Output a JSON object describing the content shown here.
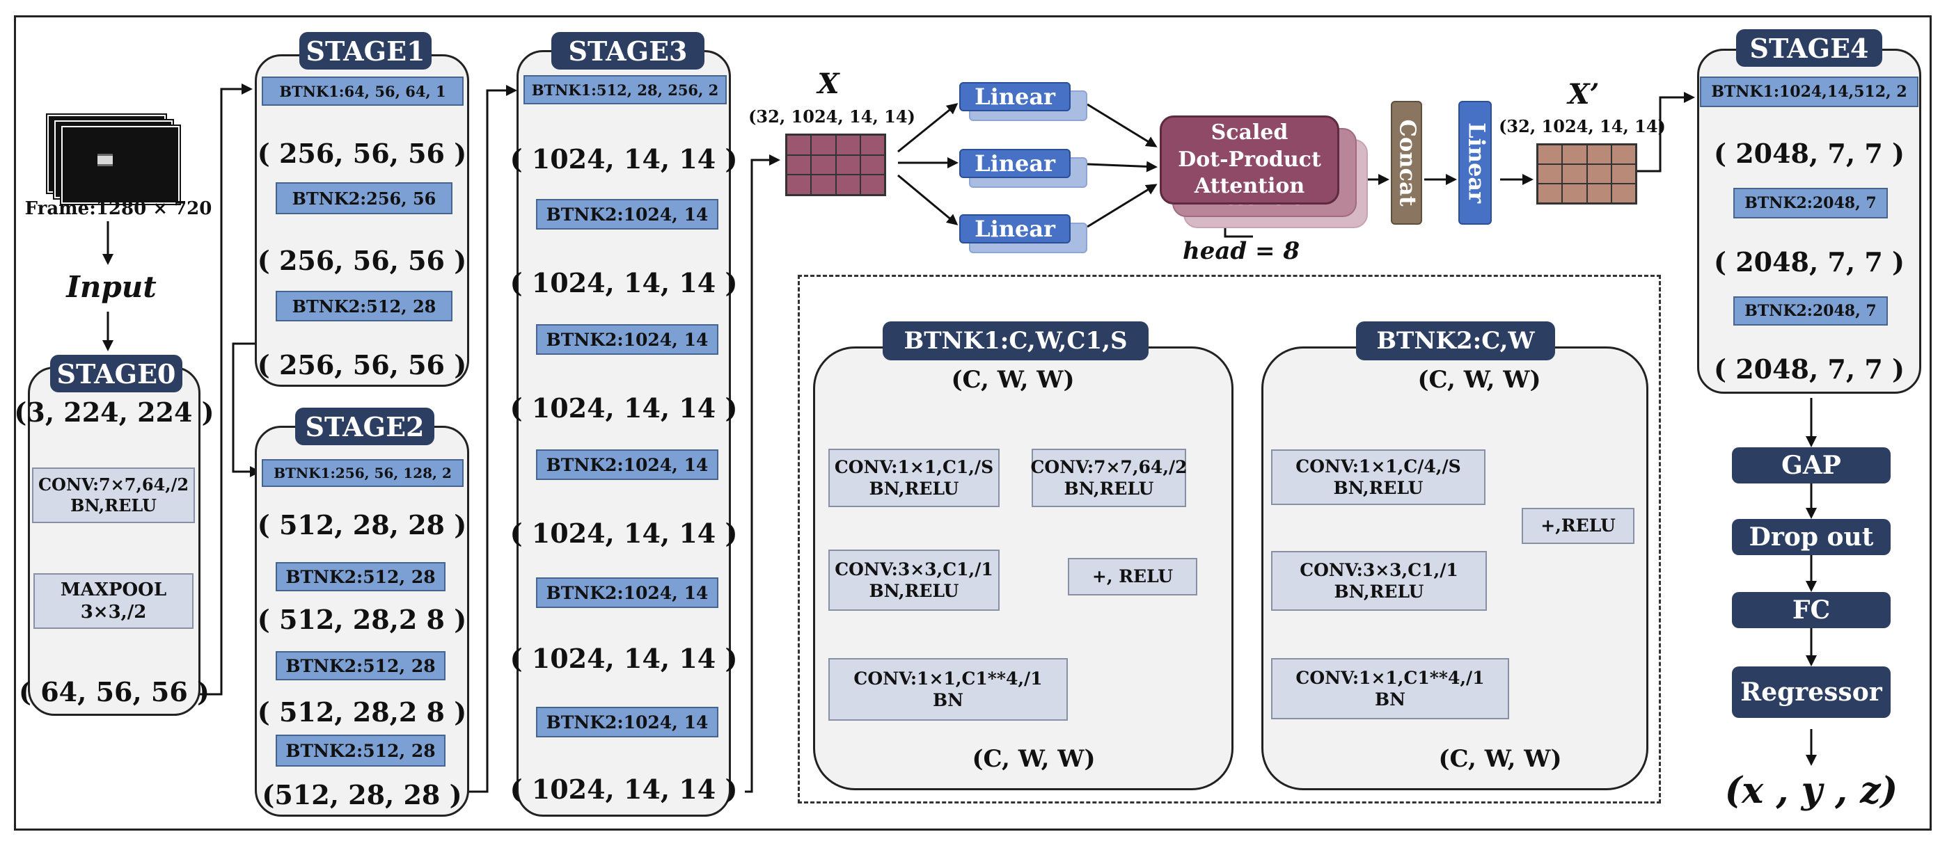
{
  "input": {
    "frame_label": "Frame:1280 × 720",
    "input_label": "Input"
  },
  "stage0": {
    "title": "STAGE0",
    "in_shape": "(3, 224, 224 )",
    "conv": "CONV:7×7,64,/2",
    "conv_bn": "BN,RELU",
    "pool": "MAXPOOL",
    "pool_size": "3×3,/2",
    "out_shape": "( 64, 56, 56 )"
  },
  "stage1": {
    "title": "STAGE1",
    "blocks": [
      "BTNK1:64, 56, 64, 1",
      "BTNK2:256, 56",
      "BTNK2:512, 28"
    ],
    "shapes": [
      "( 256, 56, 56 )",
      "( 256, 56, 56 )",
      "( 256, 56, 56 )"
    ]
  },
  "stage2": {
    "title": "STAGE2",
    "blocks": [
      "BTNK1:256, 56, 128, 2",
      "BTNK2:512, 28",
      "BTNK2:512, 28",
      "BTNK2:512, 28"
    ],
    "shapes": [
      "( 512, 28, 28 )",
      "( 512, 28,2 8 )",
      "( 512, 28,2 8 )",
      "(512, 28, 28 )"
    ]
  },
  "stage3": {
    "title": "STAGE3",
    "blocks": [
      "BTNK1:512, 28, 256, 2",
      "BTNK2:1024, 14",
      "BTNK2:1024, 14",
      "BTNK2:1024, 14",
      "BTNK2:1024, 14",
      "BTNK2:1024, 14"
    ],
    "shapes": [
      "( 1024, 14, 14 )",
      "( 1024, 14, 14 )",
      "( 1024, 14, 14 )",
      "( 1024, 14, 14 )",
      "( 1024, 14, 14 )",
      "( 1024, 14, 14 )"
    ]
  },
  "attention": {
    "x_label": "X",
    "x_shape": "(32, 1024, 14, 14)",
    "linear": "Linear",
    "sdpa": [
      "Scaled",
      "Dot-Product",
      "Attention"
    ],
    "sdpa_shadow": "Attention",
    "head": "head = 8",
    "concat": "Concat",
    "linear_out": "Linear",
    "xp_label": "X’",
    "xp_shape": "(32, 1024, 14, 14)"
  },
  "btnk1_detail": {
    "title": "BTNK1:C,W,C1,S",
    "in_shape": "(C, W, W)",
    "conv1": [
      "CONV:1×1,C1,/S",
      "BN,RELU"
    ],
    "conv2": [
      "CONV:3×3,C1,/1",
      "BN,RELU"
    ],
    "conv3": [
      "CONV:1×1,C1**4,/1",
      "BN"
    ],
    "shortcut": [
      "CONV:7×7,64,/2",
      "BN,RELU"
    ],
    "add": "+, RELU",
    "out_shape": "(C, W, W)"
  },
  "btnk2_detail": {
    "title": "BTNK2:C,W",
    "in_shape": "(C, W, W)",
    "conv1": [
      "CONV:1×1,C/4,/S",
      "BN,RELU"
    ],
    "conv2": [
      "CONV:3×3,C1,/1",
      "BN,RELU"
    ],
    "conv3": [
      "CONV:1×1,C1**4,/1",
      "BN"
    ],
    "add": "+,RELU",
    "out_shape": "(C, W, W)"
  },
  "stage4": {
    "title": "STAGE4",
    "blocks": [
      "BTNK1:1024,14,512, 2",
      "BTNK2:2048, 7",
      "BTNK2:2048, 7"
    ],
    "shapes": [
      "( 2048, 7, 7 )",
      "( 2048, 7, 7 )",
      "( 2048, 7, 7 )"
    ]
  },
  "head_layers": [
    "GAP",
    "Drop out",
    "FC",
    "Regressor"
  ],
  "output": "(x , y , z)",
  "colors": {
    "navy": "#2d3e63",
    "btnk_blue": "#7c9fd4",
    "sub_gray": "#d4dae8",
    "linear_blue": "#4671c5",
    "attention_maroon": "#8e4a66",
    "concat_brown": "#8a7660",
    "tensor_maroon": "#9c5770",
    "tensor_brown": "#b98a78"
  }
}
